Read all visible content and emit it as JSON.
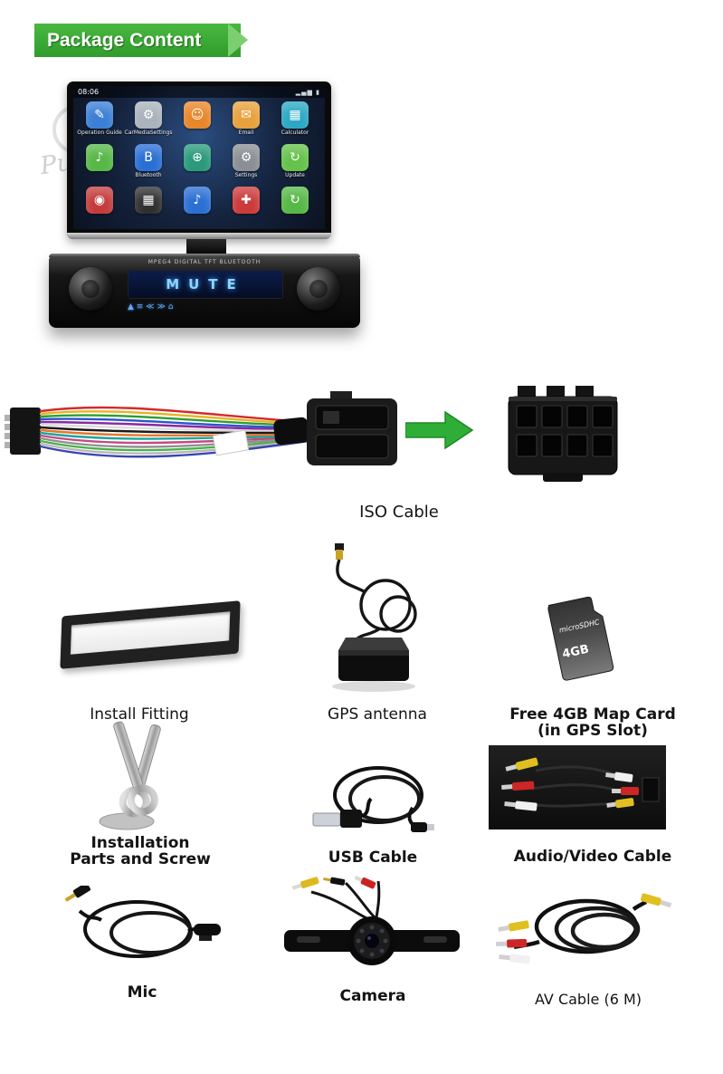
{
  "banner": {
    "title": "Package Content",
    "green": "#33a532"
  },
  "watermark": {
    "brand": "Pumpkin"
  },
  "stereo": {
    "status_time": "08:06",
    "status_icons": "▂▄▆ ▮",
    "panel_text": "MPEG4   DIGITAL TFT   BLUETOOTH",
    "lcd_text": "MUTE",
    "panel_buttons": "▲ ≡ ≪ ≫ ⌂",
    "apps": [
      {
        "label": "Operation Guide",
        "color": "#3b7fd6",
        "glyph": "✎"
      },
      {
        "label": "CarMediaSettings",
        "color": "#aab2bb",
        "glyph": "⚙"
      },
      {
        "label": "",
        "color": "#e8862a",
        "glyph": "☺"
      },
      {
        "label": "Email",
        "color": "#e8a13c",
        "glyph": "✉"
      },
      {
        "label": "Calculator",
        "color": "#2aa8c4",
        "glyph": "▦"
      },
      {
        "label": "",
        "color": "#57b847",
        "glyph": "♪"
      },
      {
        "label": "Bluetooth",
        "color": "#2a6fd4",
        "glyph": "B"
      },
      {
        "label": "",
        "color": "#2a9a7a",
        "glyph": "⊕"
      },
      {
        "label": "Settings",
        "color": "#8a8f94",
        "glyph": "⚙"
      },
      {
        "label": "Update",
        "color": "#65c24a",
        "glyph": "↻"
      },
      {
        "label": "",
        "color": "#c43c3c",
        "glyph": "◉"
      },
      {
        "label": "",
        "color": "#303030",
        "glyph": "▦"
      },
      {
        "label": "",
        "color": "#2a6fd4",
        "glyph": "♪"
      },
      {
        "label": "",
        "color": "#cc3a3a",
        "glyph": "✚"
      },
      {
        "label": "",
        "color": "#57b847",
        "glyph": "↻"
      }
    ]
  },
  "iso": {
    "label": "ISO Cable"
  },
  "items": {
    "install_fitting": {
      "label": "Install Fitting"
    },
    "gps_antenna": {
      "label": "GPS antenna"
    },
    "map_card": {
      "label": "Free 4GB Map Card",
      "sublabel": "(in GPS Slot)",
      "card_size": "4GB",
      "card_logo": "microSDHC"
    },
    "install_parts": {
      "label": "Installation",
      "sublabel": "Parts and Screw"
    },
    "usb_cable": {
      "label": "USB Cable"
    },
    "audio_video_cable": {
      "label": "Audio/Video Cable"
    },
    "mic": {
      "label": "Mic"
    },
    "camera": {
      "label": "Camera"
    },
    "av_cable": {
      "label": "AV Cable (6 M)"
    }
  }
}
